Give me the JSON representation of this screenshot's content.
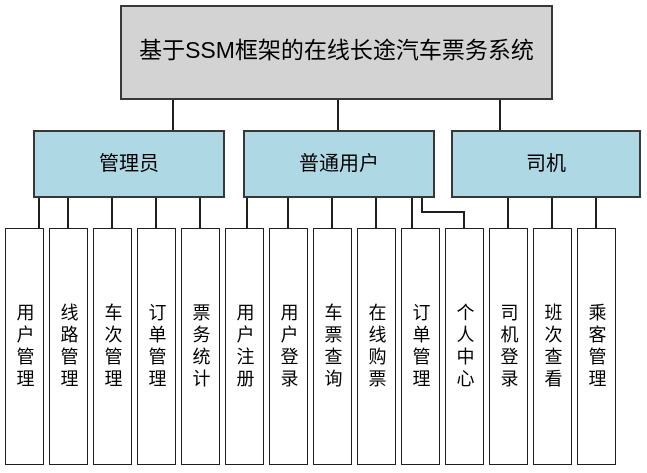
{
  "diagram": {
    "title": "基于SSM框架的在线长途汽车票务系统",
    "groups": [
      {
        "label": "管理员",
        "children": [
          "用户管理",
          "线路管理",
          "车次管理",
          "订单管理",
          "票务统计"
        ]
      },
      {
        "label": "普通用户",
        "children": [
          "用户注册",
          "用户登录",
          "车票查询",
          "在线购票",
          "订单管理",
          "个人中心"
        ]
      },
      {
        "label": "司机",
        "children": [
          "司机登录",
          "班次查看",
          "乘客管理"
        ]
      }
    ]
  },
  "colors": {
    "title_fill": "#d3d3d3",
    "group_fill": "#aed8e4",
    "leaf_fill": "#ffffff",
    "border": "#383838",
    "line": "#1f1f1f",
    "text": "#000000",
    "background": "#ffffff"
  }
}
